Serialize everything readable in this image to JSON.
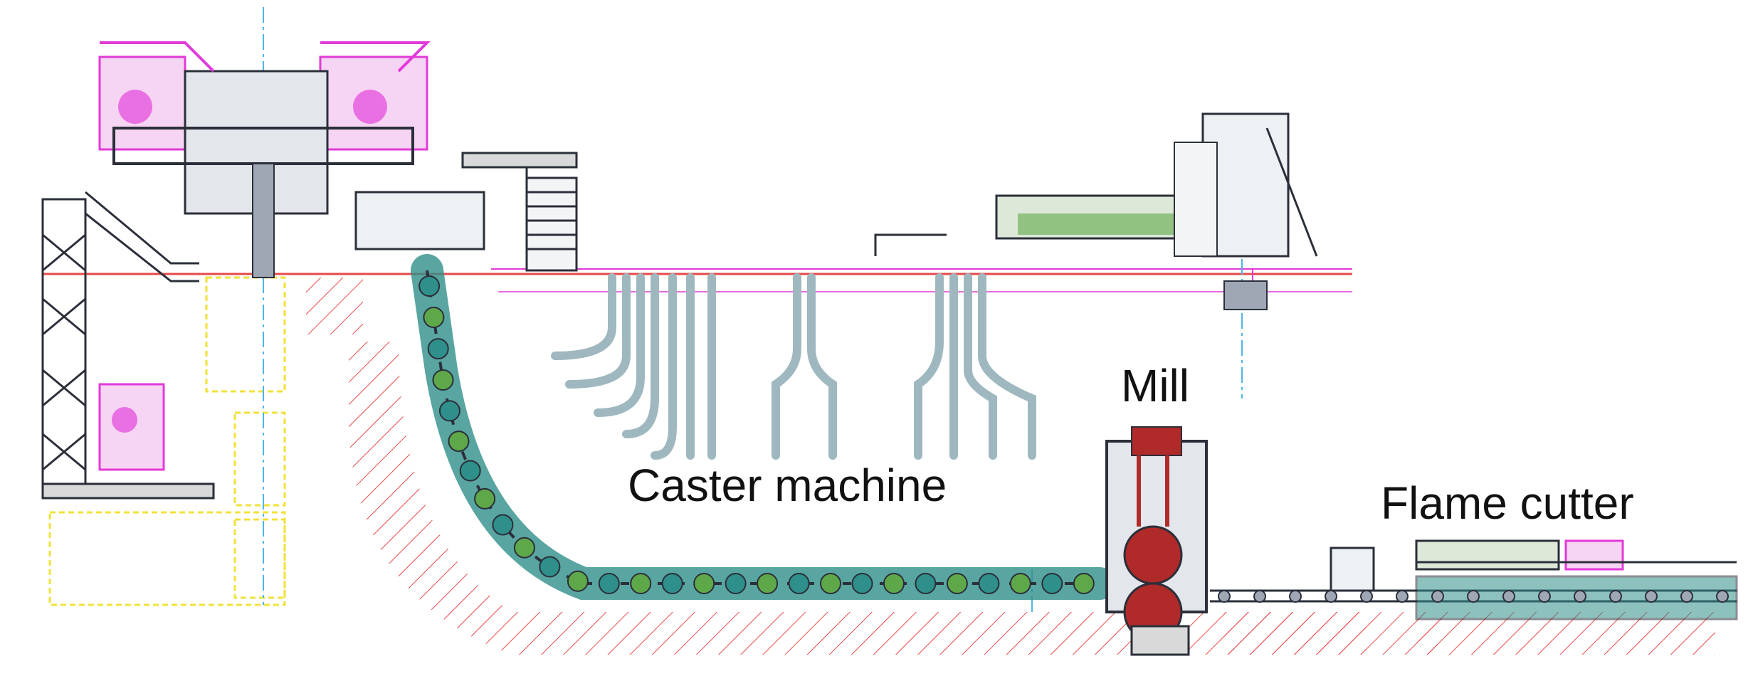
{
  "labels": {
    "mill": "Mill",
    "caster_machine": "Caster machine",
    "flame_cutter": "Flame cutter"
  },
  "colors": {
    "ground_hatch": "#e8494a",
    "structure_dark": "#2b2f3a",
    "roll_green": "#5fa84a",
    "roll_teal": "#2f8f8a",
    "magenta": "#e23ad8",
    "yellow_guide": "#f1e23a",
    "cyan_axis": "#4fb6e6",
    "mill_red": "#b02a2a",
    "pipe_gray": "#9fb8bf",
    "platform_red": "#e8494a"
  }
}
